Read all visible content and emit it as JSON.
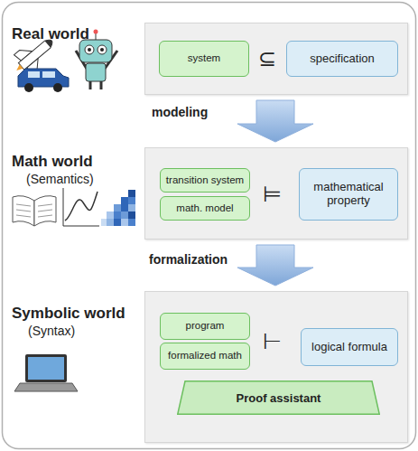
{
  "diagram": {
    "nodes": [
      {
        "text": [
          "Real world"
        ]
      },
      {
        "text": [
          "system"
        ],
        "in": 0
      },
      {
        "text": [
          "specification"
        ],
        "in": 0
      },
      {
        "text": [
          "Math world",
          "(Semantics)"
        ]
      },
      {
        "text": [
          "transition system"
        ],
        "in": 3
      },
      {
        "text": [
          "math. model"
        ],
        "in": 3
      },
      {
        "text": [
          "mathematical property"
        ],
        "in": 3
      },
      {
        "text": [
          "Symbolic world",
          "(Syntax)"
        ]
      },
      {
        "text": [
          "program"
        ],
        "in": 7
      },
      {
        "text": [
          "formalized math"
        ],
        "in": 7
      },
      {
        "text": [
          "logical formula"
        ],
        "in": 7
      },
      {
        "text": [
          "Proof assistant"
        ],
        "in": 7
      }
    ],
    "edges": [
      {
        "from": 0,
        "to": 3,
        "arrow": "to",
        "label": "modeling"
      },
      {
        "from": 3,
        "to": 7,
        "arrow": "to",
        "label": "formalization"
      }
    ],
    "labels": [
      "⊆",
      "⊨",
      "⊢"
    ]
  }
}
